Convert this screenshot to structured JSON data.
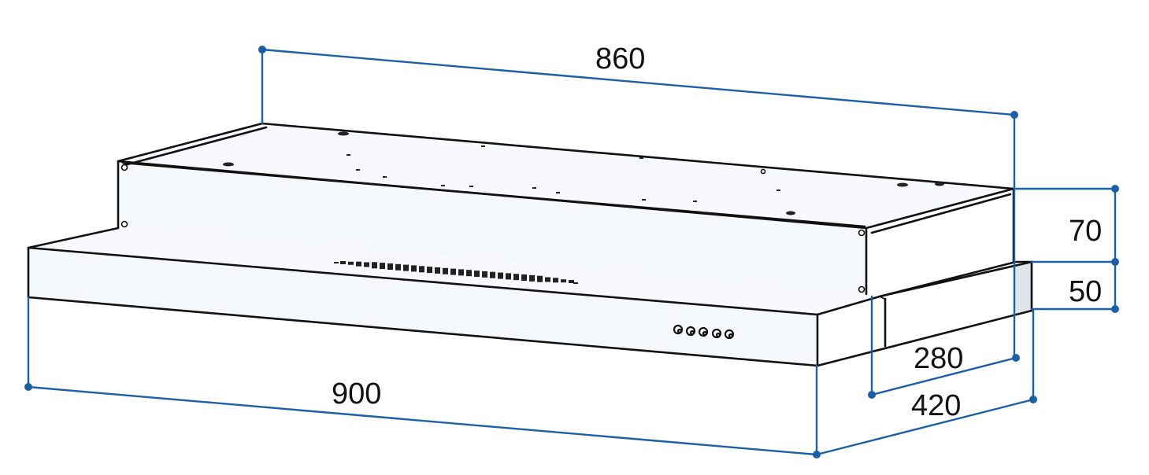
{
  "drawing": {
    "subject": "slide-out range hood dimension drawing",
    "units": "mm",
    "colors": {
      "dimension_lines": "#1a5fa8",
      "outline": "#111111",
      "body_fill": "#f4f8fb",
      "shaded_end": "#dfe3ec"
    },
    "dimensions": {
      "top_width": {
        "label": "860",
        "description": "width of upper body"
      },
      "bottom_width": {
        "label": "900",
        "description": "width of front visor/drawer panel"
      },
      "upper_height": {
        "label": "70",
        "description": "height of upper body"
      },
      "lower_height": {
        "label": "50",
        "description": "height of slide-out visor"
      },
      "upper_depth": {
        "label": "280",
        "description": "depth of upper body"
      },
      "total_depth": {
        "label": "420",
        "description": "depth with visor extended"
      }
    },
    "features": {
      "vent_slot_count": 30,
      "control_knob_count": 5
    }
  }
}
